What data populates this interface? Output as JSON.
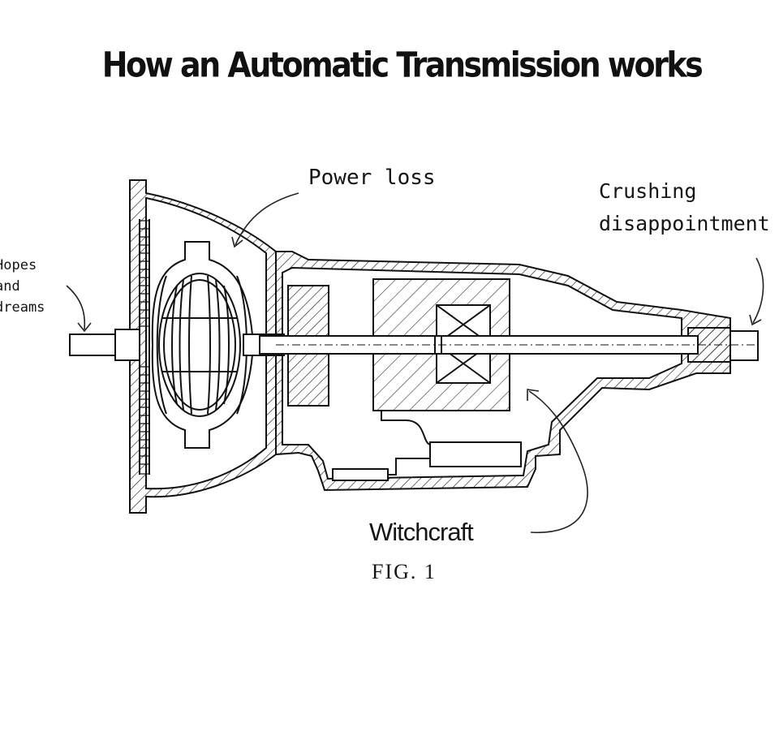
{
  "title": "How an Automatic Transmission works",
  "labels": {
    "power_loss": "Power loss",
    "crushing": "Crushing",
    "disappointment": "disappointment",
    "hopes": "Hopes",
    "and": "and",
    "dreams": "dreams",
    "witchcraft": "Witchcraft"
  },
  "figure_caption": "FIG.  1"
}
